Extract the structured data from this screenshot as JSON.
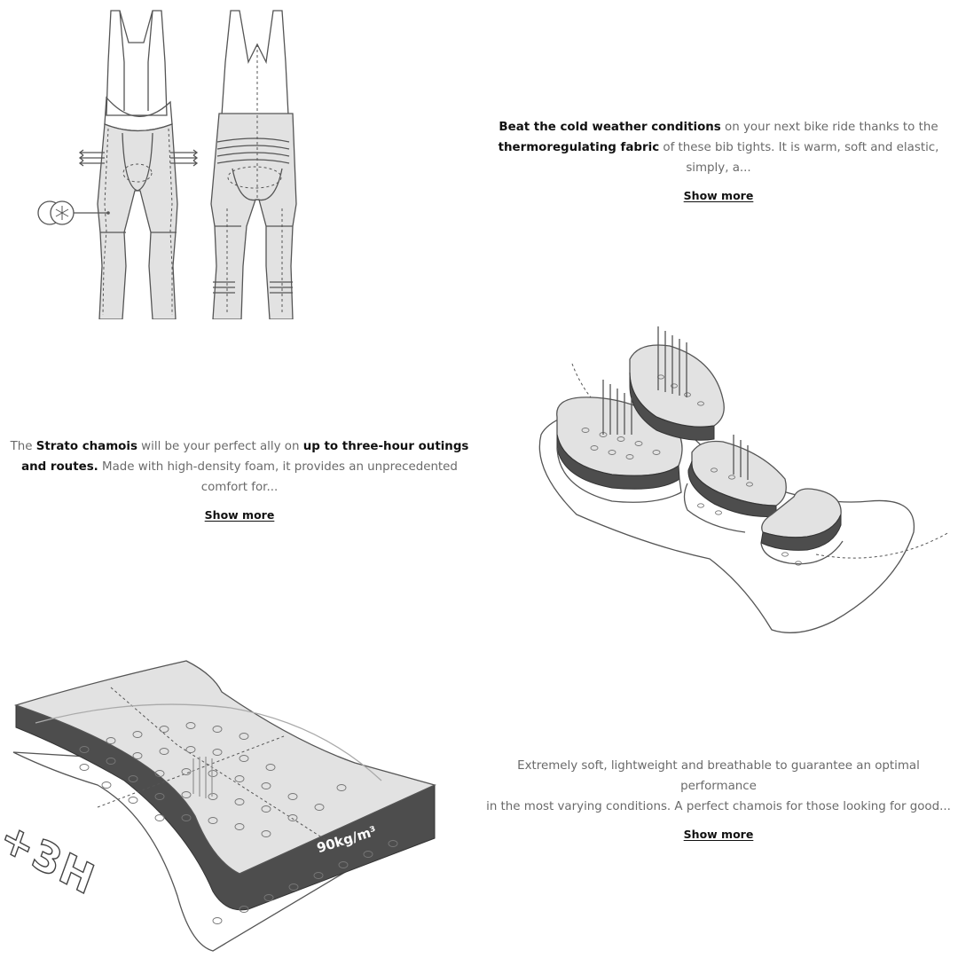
{
  "sections": [
    {
      "intro_bold": "Beat the cold weather conditions",
      "mid": " on your next bike ride thanks to the ",
      "mid_bold": "thermoregulating fabric",
      "rest": " of these bib tights. It is warm, soft and elastic, simply, a...",
      "show_more": "Show more"
    },
    {
      "pre": "The ",
      "intro_bold": "Strato chamois",
      "mid": " will be your perfect ally on ",
      "mid_bold": "up to three-hour outings and routes.",
      "rest": " Made with high-density foam, it provides an unprecedented comfort for...",
      "show_more": "Show more"
    },
    {
      "line1": "Extremely soft, lightweight and breathable to guarantee an optimal performance",
      "line2": "in the most varying conditions. A perfect chamois for those looking for good...",
      "show_more": "Show more"
    }
  ],
  "illustrations": {
    "foam_label": "90kg/m³",
    "duration_label": "+3H"
  },
  "icons": {
    "fabric_icon": "snowflake-icon"
  }
}
